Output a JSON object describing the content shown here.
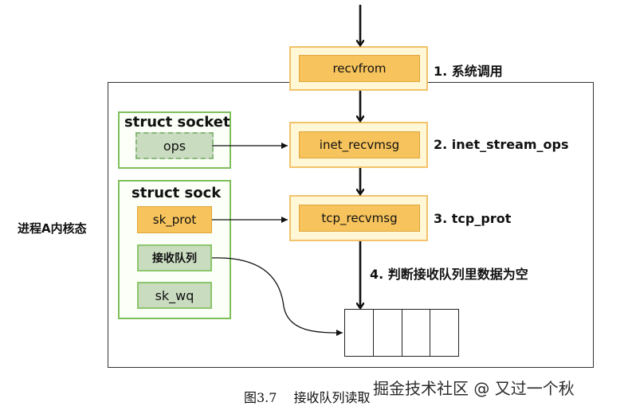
{
  "side_label": "进程A内核态",
  "struct_socket": {
    "title": "struct socket",
    "ops": "ops"
  },
  "struct_sock": {
    "title": "struct sock",
    "sk_prot": "sk_prot",
    "queue": "接收队列",
    "sk_wq": "sk_wq"
  },
  "funcs": {
    "recvfrom": "recvfrom",
    "inet_recvmsg": "inet_recvmsg",
    "tcp_recvmsg": "tcp_recvmsg"
  },
  "steps": {
    "s1": "1. 系统调用",
    "s2": "2. inet_stream_ops",
    "s3": "3. tcp_prot",
    "s4": "4. 判断接收队列里数据为空"
  },
  "caption": "图3.7　 接收队列读取",
  "watermark": "掘金技术社区 @ 又过一个秋"
}
